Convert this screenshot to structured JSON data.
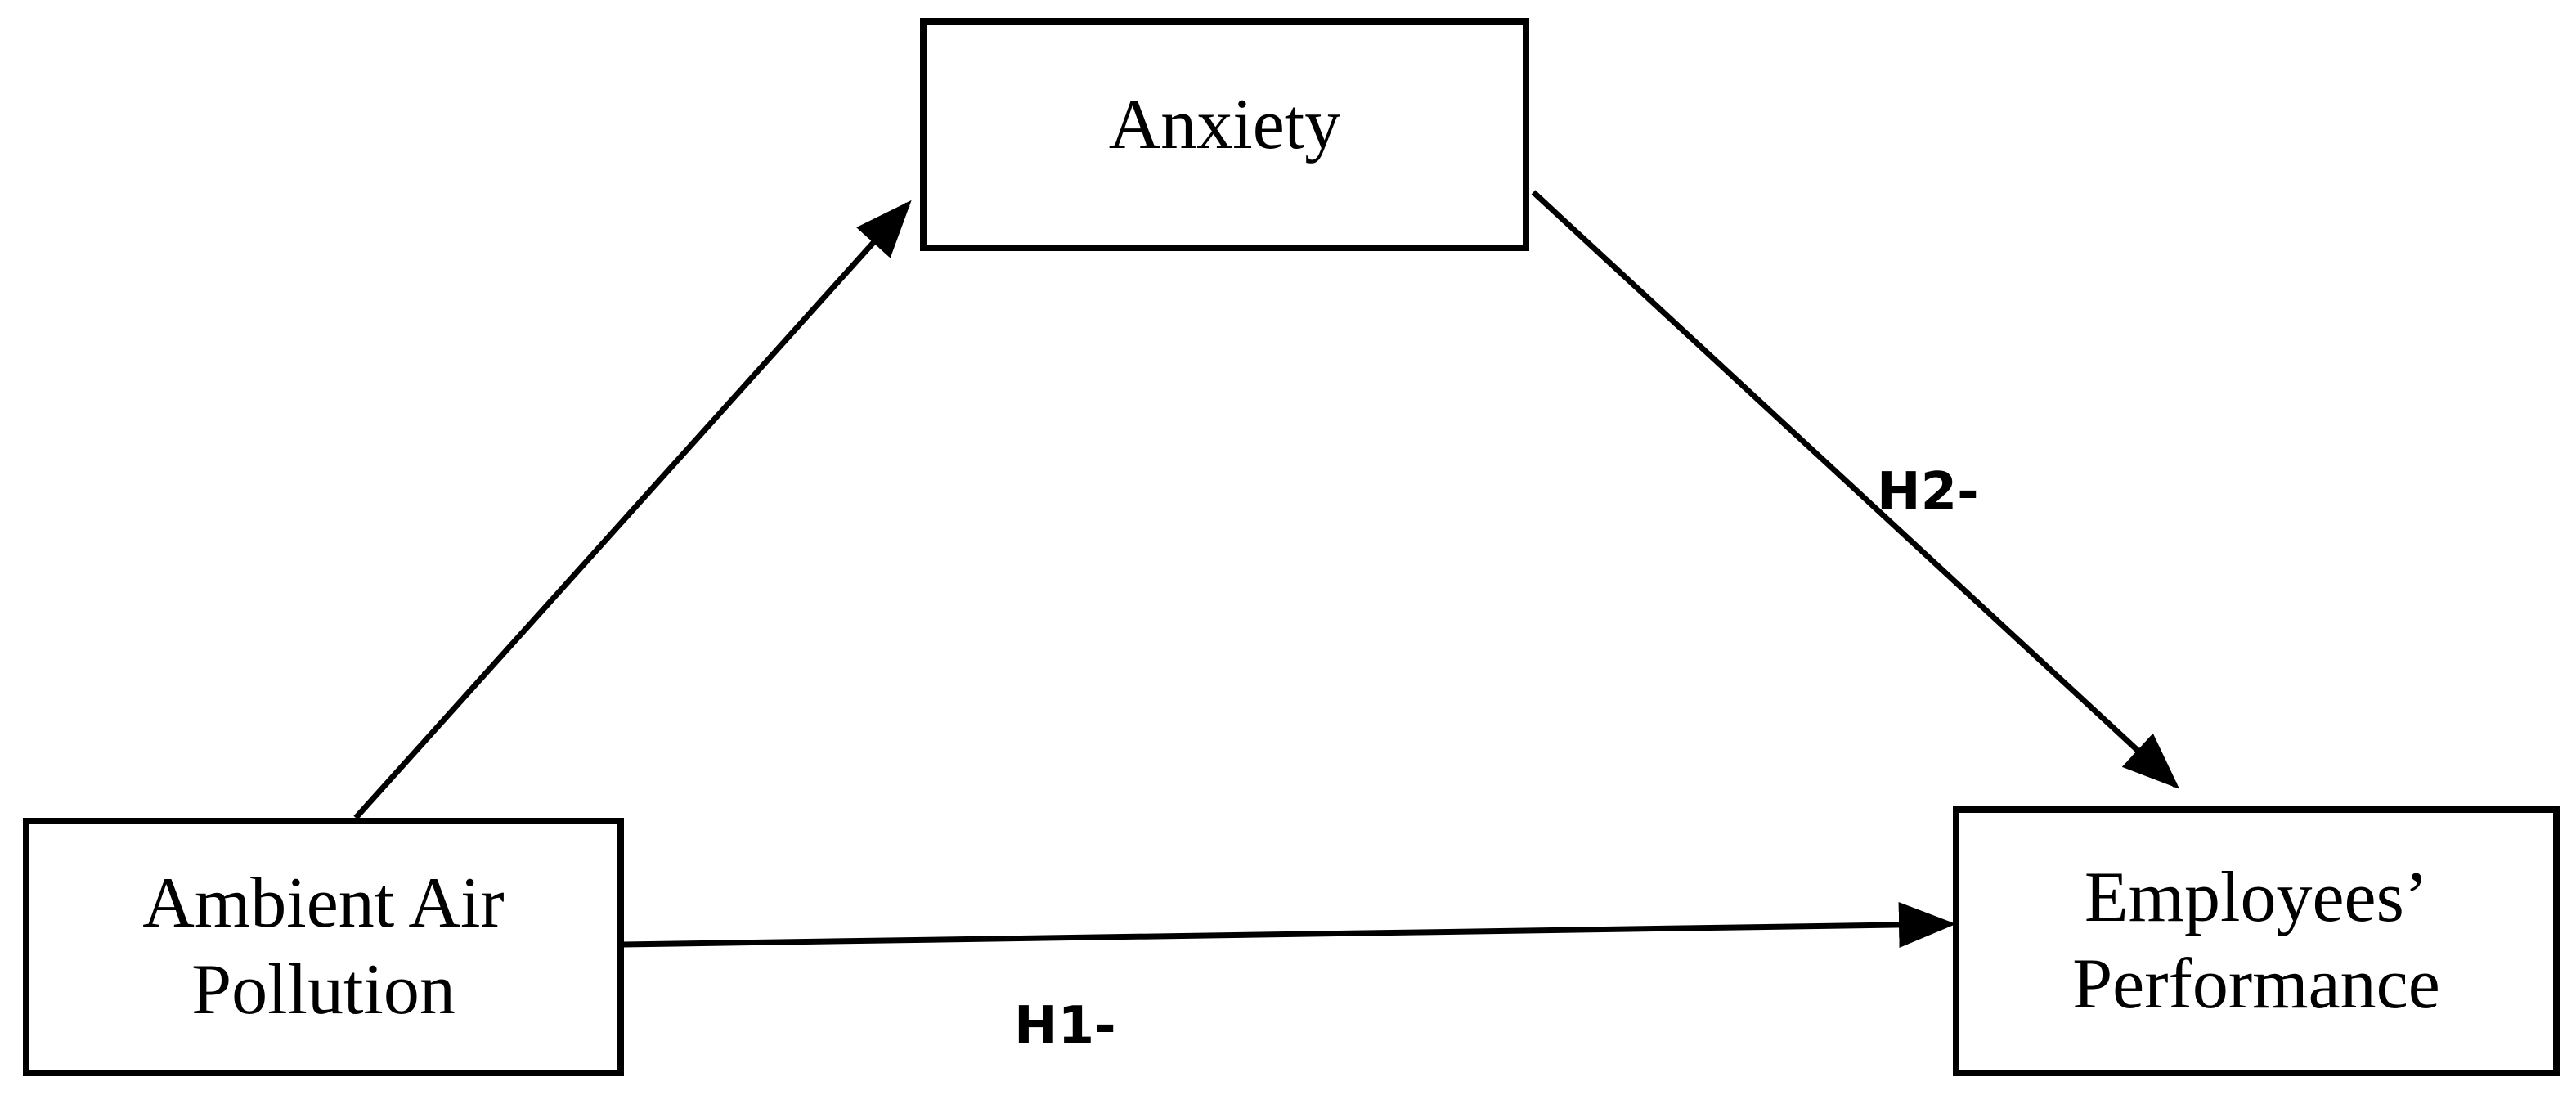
{
  "diagram": {
    "nodes": {
      "anxiety": {
        "lines": [
          "Anxiety"
        ]
      },
      "pollution": {
        "lines": [
          "Ambient Air",
          "Pollution"
        ]
      },
      "performance": {
        "lines": [
          "Employees’",
          "Performance"
        ]
      }
    },
    "edges": [
      {
        "from": "Ambient Air Pollution",
        "to": "Anxiety",
        "label": ""
      },
      {
        "from": "Anxiety",
        "to": "Employees’ Performance",
        "label": "H2-"
      },
      {
        "from": "Ambient Air Pollution",
        "to": "Employees’ Performance",
        "label": "H1-"
      }
    ],
    "colors": {
      "stroke": "#000000",
      "background": "#ffffff"
    }
  }
}
